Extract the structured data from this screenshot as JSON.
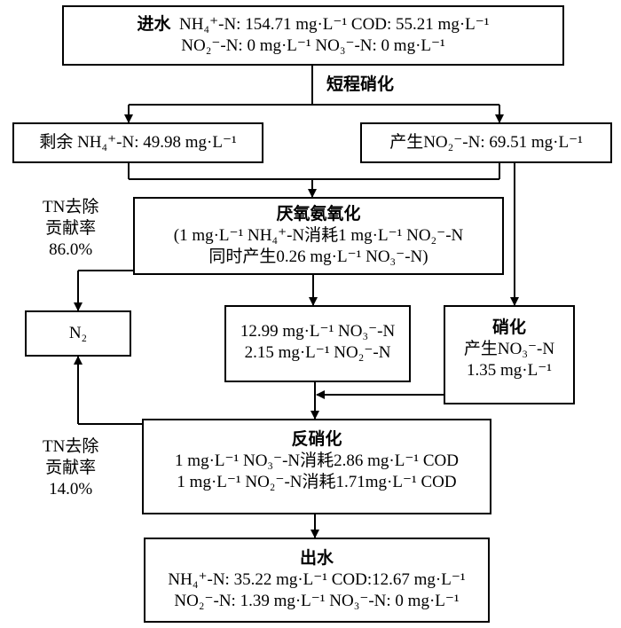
{
  "influent": {
    "title": "进水",
    "line1": "NH₄⁺-N: 154.71 mg·L⁻¹ COD: 55.21 mg·L⁻¹",
    "line2": "NO₂⁻-N: 0 mg·L⁻¹  NO₃⁻-N: 0 mg·L⁻¹"
  },
  "shortcut_nitrification_label": "短程硝化",
  "remaining_nh4": "剩余 NH₄⁺-N: 49.98 mg·L⁻¹",
  "produced_no2": "产生NO₂⁻-N: 69.51 mg·L⁻¹",
  "tn_removal_anammox": {
    "line1": "TN去除",
    "line2": "贡献率",
    "line3": "86.0%"
  },
  "anammox": {
    "title": "厌氧氨氧化",
    "line1": "(1 mg·L⁻¹ NH₄⁺-N消耗1 mg·L⁻¹  NO₂⁻-N",
    "line2": "同时产生0.26 mg·L⁻¹  NO₃⁻-N)"
  },
  "n2": "N₂",
  "residual": {
    "line1": "12.99 mg·L⁻¹ NO₃⁻-N",
    "line2": "2.15 mg·L⁻¹ NO₂⁻-N"
  },
  "nitrification": {
    "title": "硝化",
    "line1": "产生NO₃⁻-N",
    "line2": "1.35 mg·L⁻¹"
  },
  "tn_removal_denitrification": {
    "line1": "TN去除",
    "line2": "贡献率",
    "line3": "14.0%"
  },
  "denitrification": {
    "title": "反硝化",
    "line1": "1 mg·L⁻¹ NO₃⁻-N消耗2.86 mg·L⁻¹ COD",
    "line2": "1 mg·L⁻¹ NO₂⁻-N消耗1.71mg·L⁻¹ COD"
  },
  "effluent": {
    "title": "出水",
    "line1": "NH₄⁺-N: 35.22 mg·L⁻¹ COD:12.67 mg·L⁻¹",
    "line2": "NO₂⁻-N: 1.39 mg·L⁻¹ NO₃⁻-N: 0 mg·L⁻¹"
  }
}
